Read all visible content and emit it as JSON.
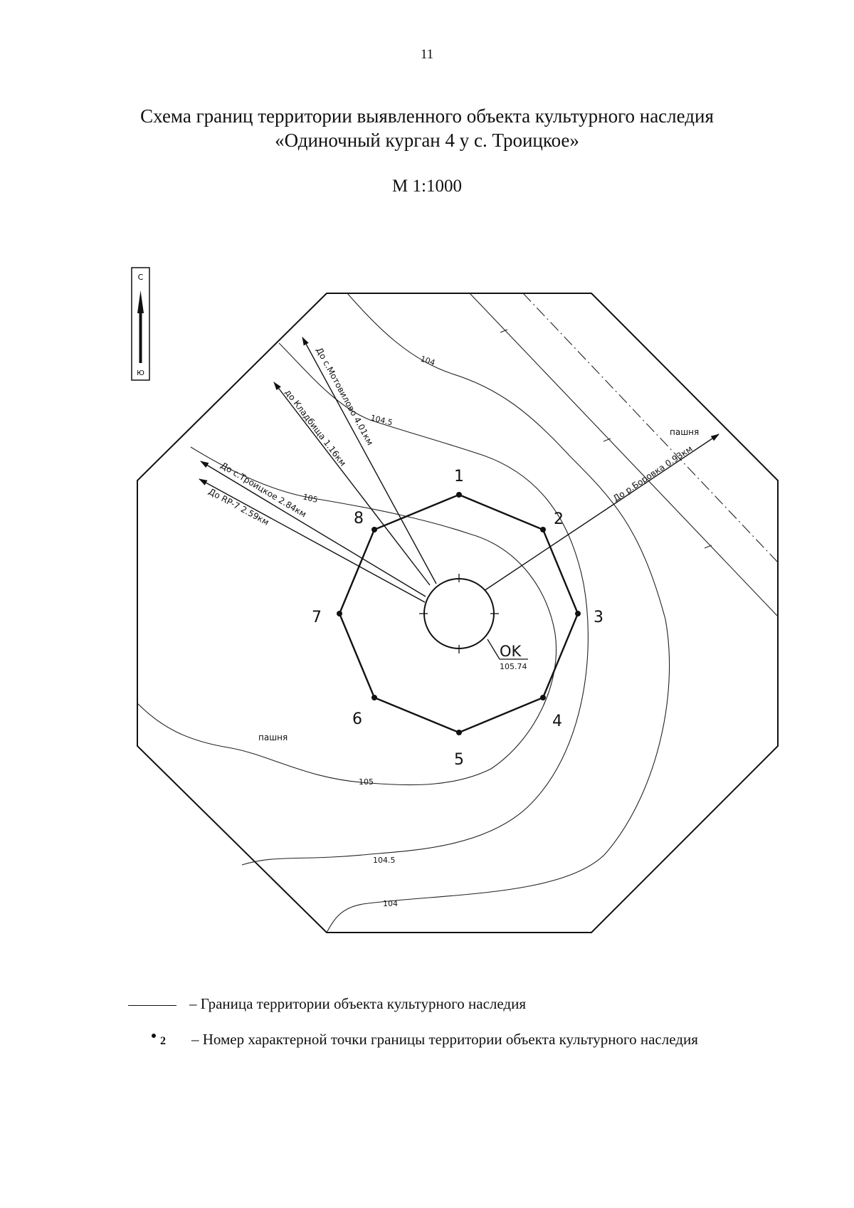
{
  "page": {
    "number": "11"
  },
  "header": {
    "title_line1": "Схема границ территории выявленного объекта культурного наследия",
    "title_line2": "«Одиночный курган 4 у с. Троицкое»",
    "scale": "М 1:1000"
  },
  "compass": {
    "north": "С",
    "south": "Ю"
  },
  "map": {
    "points": [
      "1",
      "2",
      "3",
      "4",
      "5",
      "6",
      "7",
      "8"
    ],
    "object_label": "OK",
    "object_elevation": "105.74",
    "contours": {
      "c104_top": "104",
      "c1045_top": "104.5",
      "c105_top": "105",
      "c105_bottom": "105",
      "c1045_bottom": "104.5",
      "c104_bottom": "104"
    },
    "field_labels": [
      "пашня",
      "пашня"
    ],
    "directions": {
      "motovilovo": "До с.Мотовилово 4.01км",
      "cemetery": "до Кладбища 1.16км",
      "troitskoe": "До с.Троицкое 2.84км",
      "rp7": "До RP-7 2.59км",
      "borovka": "До р.Боровка 0.93км"
    }
  },
  "legend": {
    "boundary_text": "– Граница территории объекта культурного наследия",
    "point_number": "2",
    "point_text": "– Номер характерной точки границы территории объекта культурного наследия"
  }
}
